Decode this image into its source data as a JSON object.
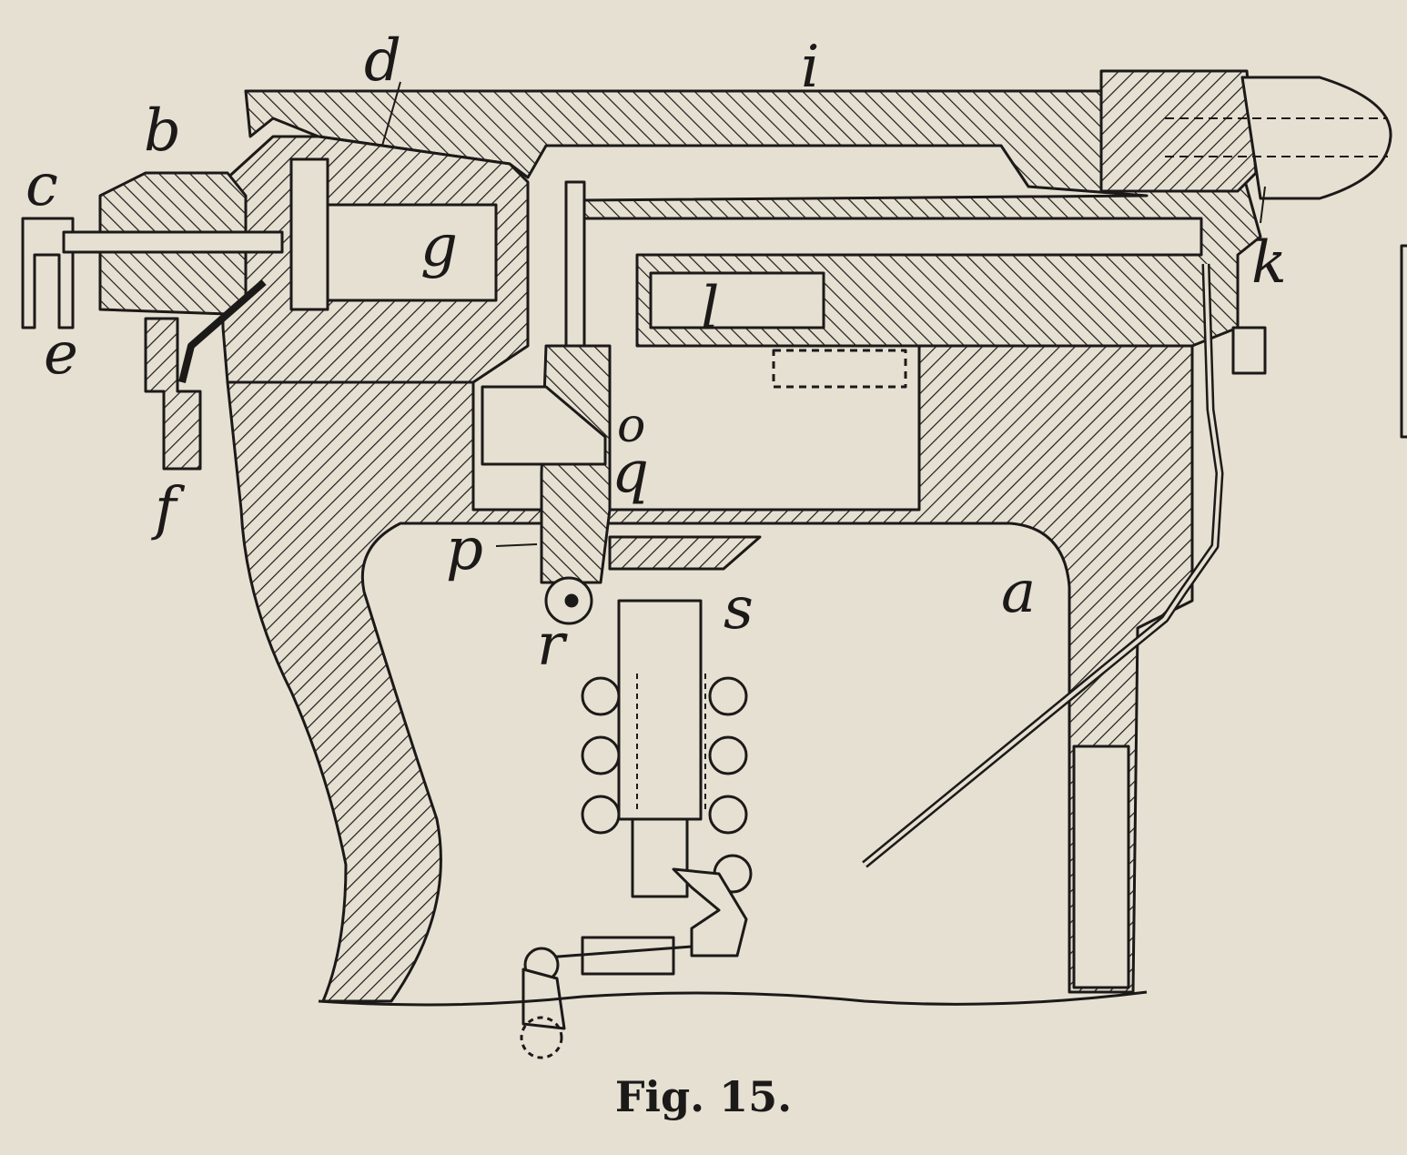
{
  "figure": {
    "caption": "Fig. 15.",
    "labels": {
      "a": "a",
      "b": "b",
      "c": "c",
      "d": "d",
      "e": "e",
      "f": "f",
      "g": "g",
      "i": "i",
      "k": "k",
      "l": "l",
      "o": "o",
      "p": "p",
      "q": "q",
      "r": "r",
      "s": "s"
    }
  },
  "colors": {
    "paper": "#e6e0d3",
    "ink": "#1c1a18"
  }
}
